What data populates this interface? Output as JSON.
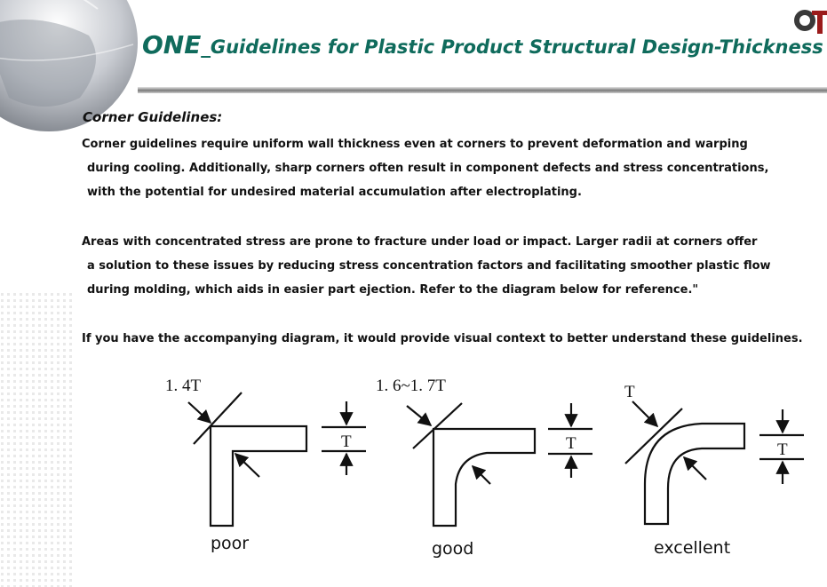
{
  "header": {
    "title_prefix": "ONE",
    "title_rest": "_Guidelines for Plastic Product Structural Design-Thickness"
  },
  "section": {
    "heading": "Corner Guidelines:",
    "paragraph1": [
      "Corner guidelines require uniform wall thickness even at corners to prevent deformation and warping",
      "during cooling. Additionally, sharp corners often result in component defects and stress concentrations,",
      "with the potential for undesired material accumulation after electroplating."
    ],
    "paragraph2": [
      "Areas with concentrated stress are prone to fracture under load or impact. Larger radii at corners offer",
      "a solution to these issues by reducing stress concentration factors and facilitating smoother plastic flow",
      "during molding, which aids in easier part ejection. Refer to the diagram below for reference.\""
    ],
    "paragraph3": "If you have the accompanying diagram, it would provide visual context to better understand these guidelines."
  },
  "diagram": {
    "poor": {
      "dim_label": "1. 4T",
      "thickness_label": "T",
      "caption": "poor"
    },
    "good": {
      "dim_label": "1. 6~1. 7T",
      "thickness_label": "T",
      "caption": "good"
    },
    "excellent": {
      "dim_label": "T",
      "thickness_label": "T",
      "caption": "excellent"
    }
  },
  "colors": {
    "title": "#0f6b5c",
    "text": "#111111"
  }
}
